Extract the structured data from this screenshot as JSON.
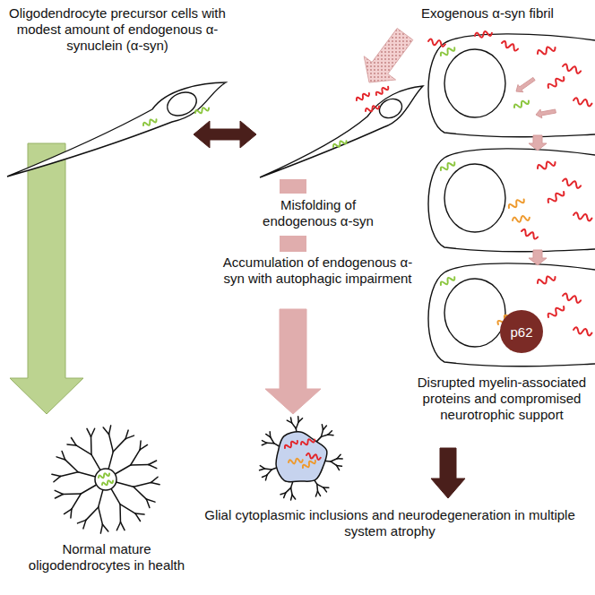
{
  "diagram": {
    "nodes": [
      {
        "text": [
          "p62"
        ]
      }
    ],
    "labels": [
      "Oligodendrocyte precursor cells with modest amount of endogenous α-synuclein (α-syn)",
      "Exogenous α-syn fibril",
      "Misfolding of endogenous α-syn",
      "Accumulation of endogenous α-syn with autophagic impairment",
      "Disrupted myelin-associated proteins and compromised neurotrophic support",
      "Normal mature oligodendrocytes in health",
      "Glial cytoplasmic inclusions and neurodegeneration in multiple system atrophy"
    ]
  }
}
